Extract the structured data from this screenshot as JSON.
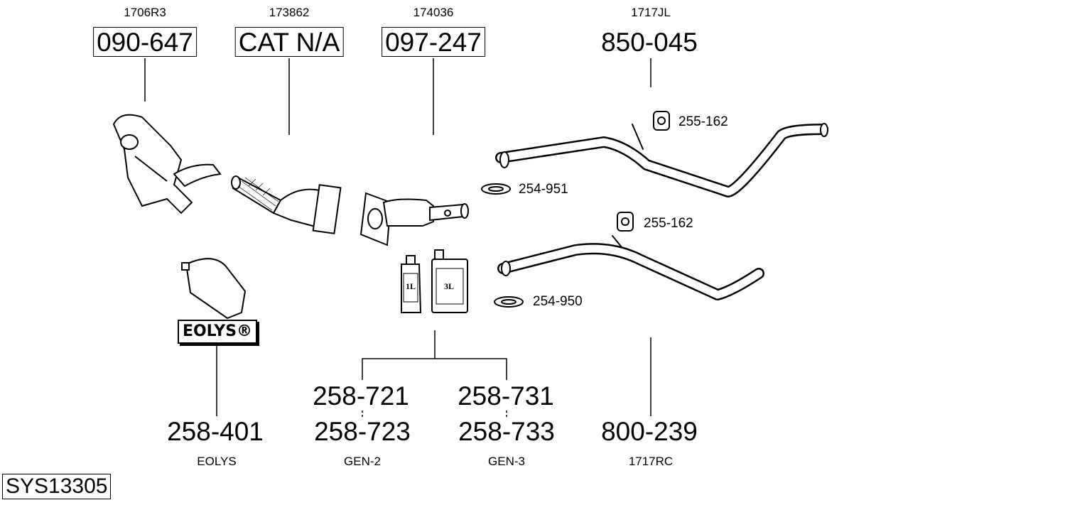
{
  "top_parts": [
    {
      "code": "1706R3",
      "part": "090-647",
      "boxed": true
    },
    {
      "code": "173862",
      "part": "CAT N/A",
      "boxed": true
    },
    {
      "code": "174036",
      "part": "097-247",
      "boxed": true
    },
    {
      "code": "1717JL",
      "part": "850-045",
      "boxed": false
    }
  ],
  "clamps": [
    "255-162",
    "254-951",
    "255-162",
    "254-950"
  ],
  "fluid_cans": [
    "1L",
    "3L"
  ],
  "eolys_badge": "EOLYS®",
  "bottom_parts": [
    {
      "part": "258-401",
      "code": "EOLYS"
    },
    {
      "part": "258-721",
      "part2": "258-723",
      "code": "GEN-2"
    },
    {
      "part": "258-731",
      "part2": "258-733",
      "code": "GEN-3"
    },
    {
      "part": "800-239",
      "code": "1717RC"
    }
  ],
  "system_id": "SYS13305"
}
